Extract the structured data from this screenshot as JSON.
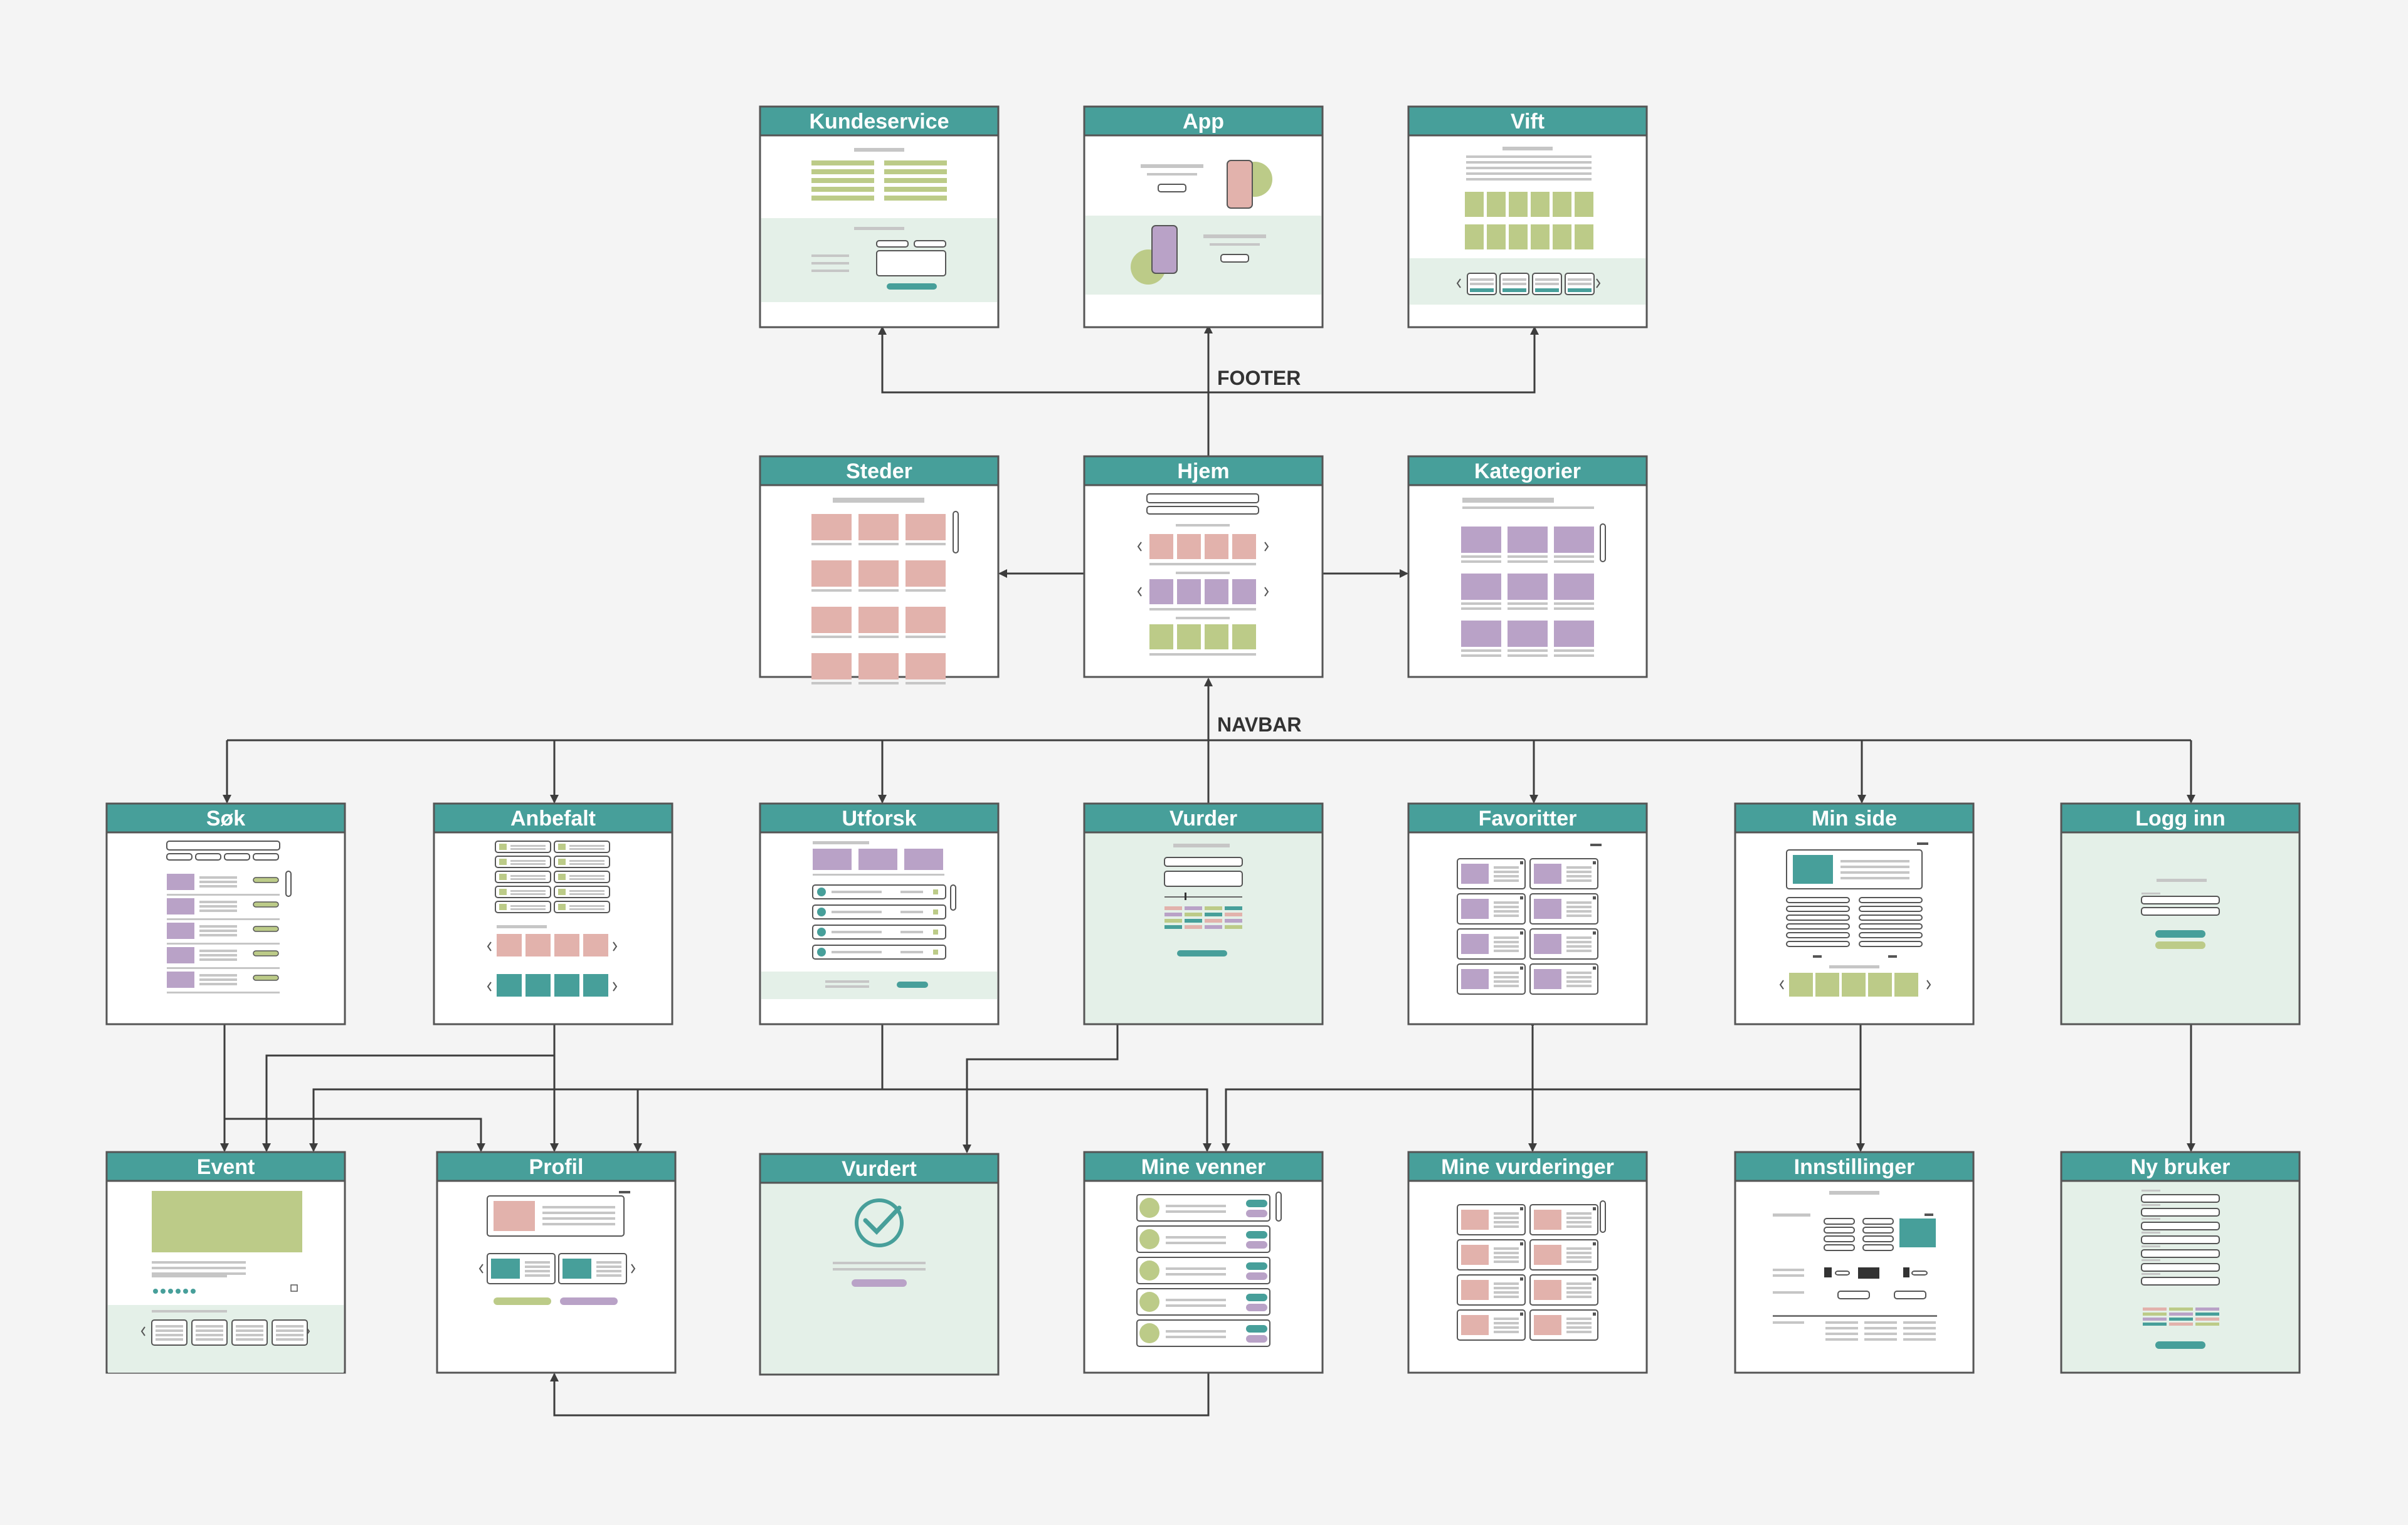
{
  "section_labels": {
    "footer": "FOOTER",
    "navbar": "NAVBAR"
  },
  "colors": {
    "teal": "#479f9a",
    "mint_bg": "#e4f0e8",
    "pink": "#e2b2ac",
    "purple": "#b9a2c7",
    "olive": "#bccb88",
    "line": "#3d3d3d",
    "gray": "#c6c6c6"
  },
  "pages": {
    "kundeservice": "Kundeservice",
    "app": "App",
    "vift": "Vift",
    "steder": "Steder",
    "hjem": "Hjem",
    "kategorier": "Kategorier",
    "sok": "Søk",
    "anbefalt": "Anbefalt",
    "utforsk": "Utforsk",
    "vurder": "Vurder",
    "favoritter": "Favoritter",
    "min_side": "Min side",
    "logg_inn": "Logg inn",
    "event": "Event",
    "profil": "Profil",
    "vurdert": "Vurdert",
    "mine_venner": "Mine venner",
    "mine_vurderinger": "Mine vurderinger",
    "innstillinger": "Innstillinger",
    "ny_bruker": "Ny bruker"
  }
}
